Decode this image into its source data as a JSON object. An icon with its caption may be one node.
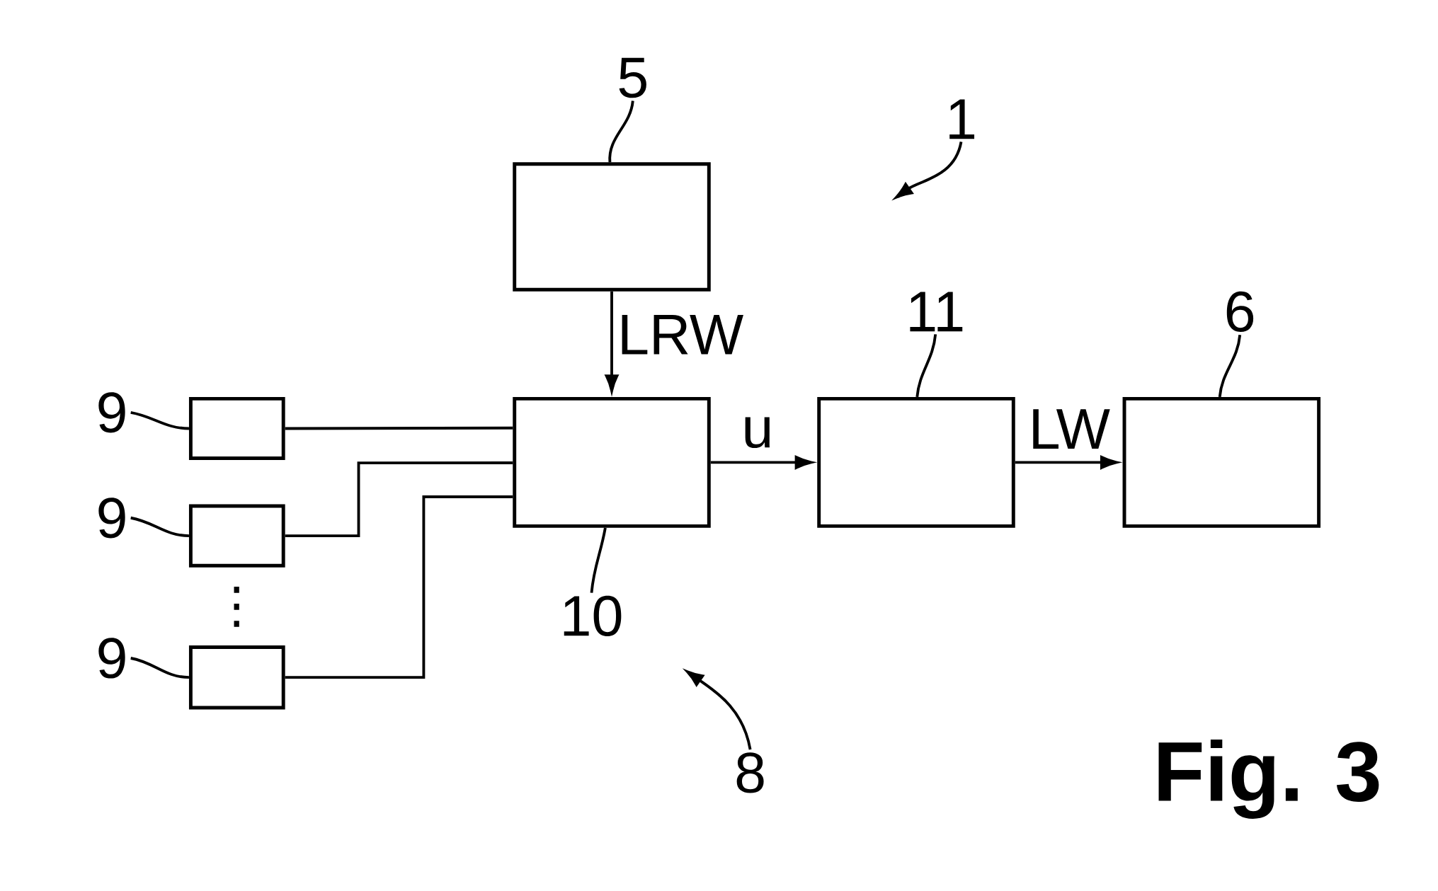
{
  "diagram": {
    "caption": "Fig. 3",
    "nodes": [
      {
        "text": [],
        "shape": "box"
      },
      {
        "text": [],
        "shape": "box"
      },
      {
        "text": [],
        "shape": "box"
      },
      {
        "text": [],
        "shape": "box"
      },
      {
        "text": [],
        "shape": "box"
      },
      {
        "text": [],
        "shape": "box"
      },
      {
        "text": [],
        "shape": "box"
      },
      {
        "text": [
          "5"
        ]
      },
      {
        "text": [
          "9"
        ]
      },
      {
        "text": [
          "9"
        ]
      },
      {
        "text": [
          "9"
        ]
      },
      {
        "text": [
          "10"
        ]
      },
      {
        "text": [
          "11"
        ]
      },
      {
        "text": [
          "6"
        ]
      },
      {
        "text": [
          "1"
        ]
      },
      {
        "text": [
          "8"
        ]
      }
    ],
    "edges": [
      {
        "from": 0,
        "to": 1,
        "arrow": "to",
        "label": "LRW"
      },
      {
        "from": 1,
        "to": 2,
        "arrow": "to",
        "label": "u"
      },
      {
        "from": 2,
        "to": 3,
        "arrow": "to",
        "label": "LW"
      },
      {
        "from": 4,
        "to": 1,
        "arrow": "none"
      },
      {
        "from": 5,
        "to": 1,
        "arrow": "none"
      },
      {
        "from": 6,
        "to": 1,
        "arrow": "none"
      },
      {
        "from": 7,
        "to": 0,
        "arrow": "none"
      },
      {
        "from": 8,
        "to": 4,
        "arrow": "none"
      },
      {
        "from": 9,
        "to": 5,
        "arrow": "none"
      },
      {
        "from": 10,
        "to": 6,
        "arrow": "none"
      },
      {
        "from": 11,
        "to": 1,
        "arrow": "none"
      },
      {
        "from": 12,
        "to": 2,
        "arrow": "none"
      },
      {
        "from": 13,
        "to": 3,
        "arrow": "none"
      },
      {
        "from": 14,
        "to": null,
        "arrow": "to"
      },
      {
        "from": 15,
        "to": null,
        "arrow": "to"
      }
    ],
    "labels": [
      "⋮"
    ]
  }
}
